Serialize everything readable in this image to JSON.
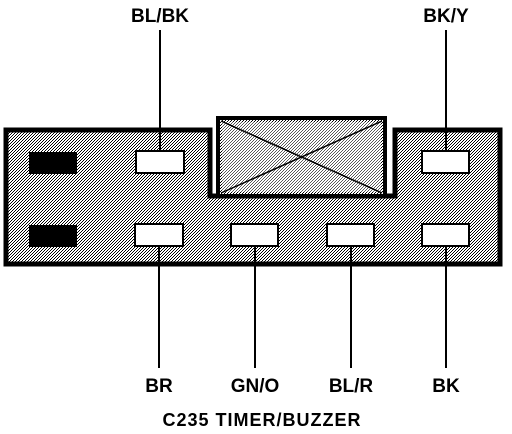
{
  "labels": {
    "top_left": "BL/BK",
    "top_right": "BK/Y",
    "bottom_1": "BR",
    "bottom_2": "GN/O",
    "bottom_3": "BL/R",
    "bottom_4": "BK"
  },
  "caption": "C235 TIMER/BUZZER"
}
